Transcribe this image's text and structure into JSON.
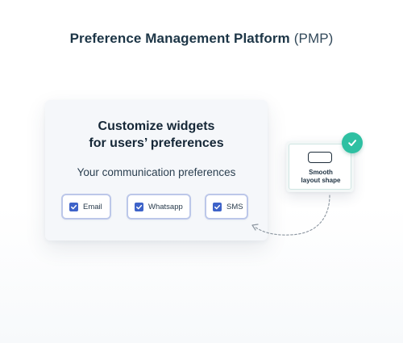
{
  "header": {
    "title_main": "Preference Management Platform",
    "title_abbr": "(PMP)"
  },
  "widget_card": {
    "heading_line1": "Customize widgets",
    "heading_line2": "for users’ preferences",
    "subtitle": "Your communication preferences",
    "channels": [
      {
        "label": "Email",
        "checked": true
      },
      {
        "label": "Whatsapp",
        "checked": true
      },
      {
        "label": "SMS",
        "checked": true
      }
    ]
  },
  "layout_card": {
    "label_line1": "Smooth",
    "label_line2": "layout shape"
  },
  "icons": {
    "check": "checkmark-icon",
    "success": "success-check-icon",
    "shape": "rounded-rectangle-icon"
  },
  "colors": {
    "title": "#1c3546",
    "checkbox": "#3e63c9",
    "chip_border": "#bcc7e9",
    "success": "#2ec0a2"
  }
}
